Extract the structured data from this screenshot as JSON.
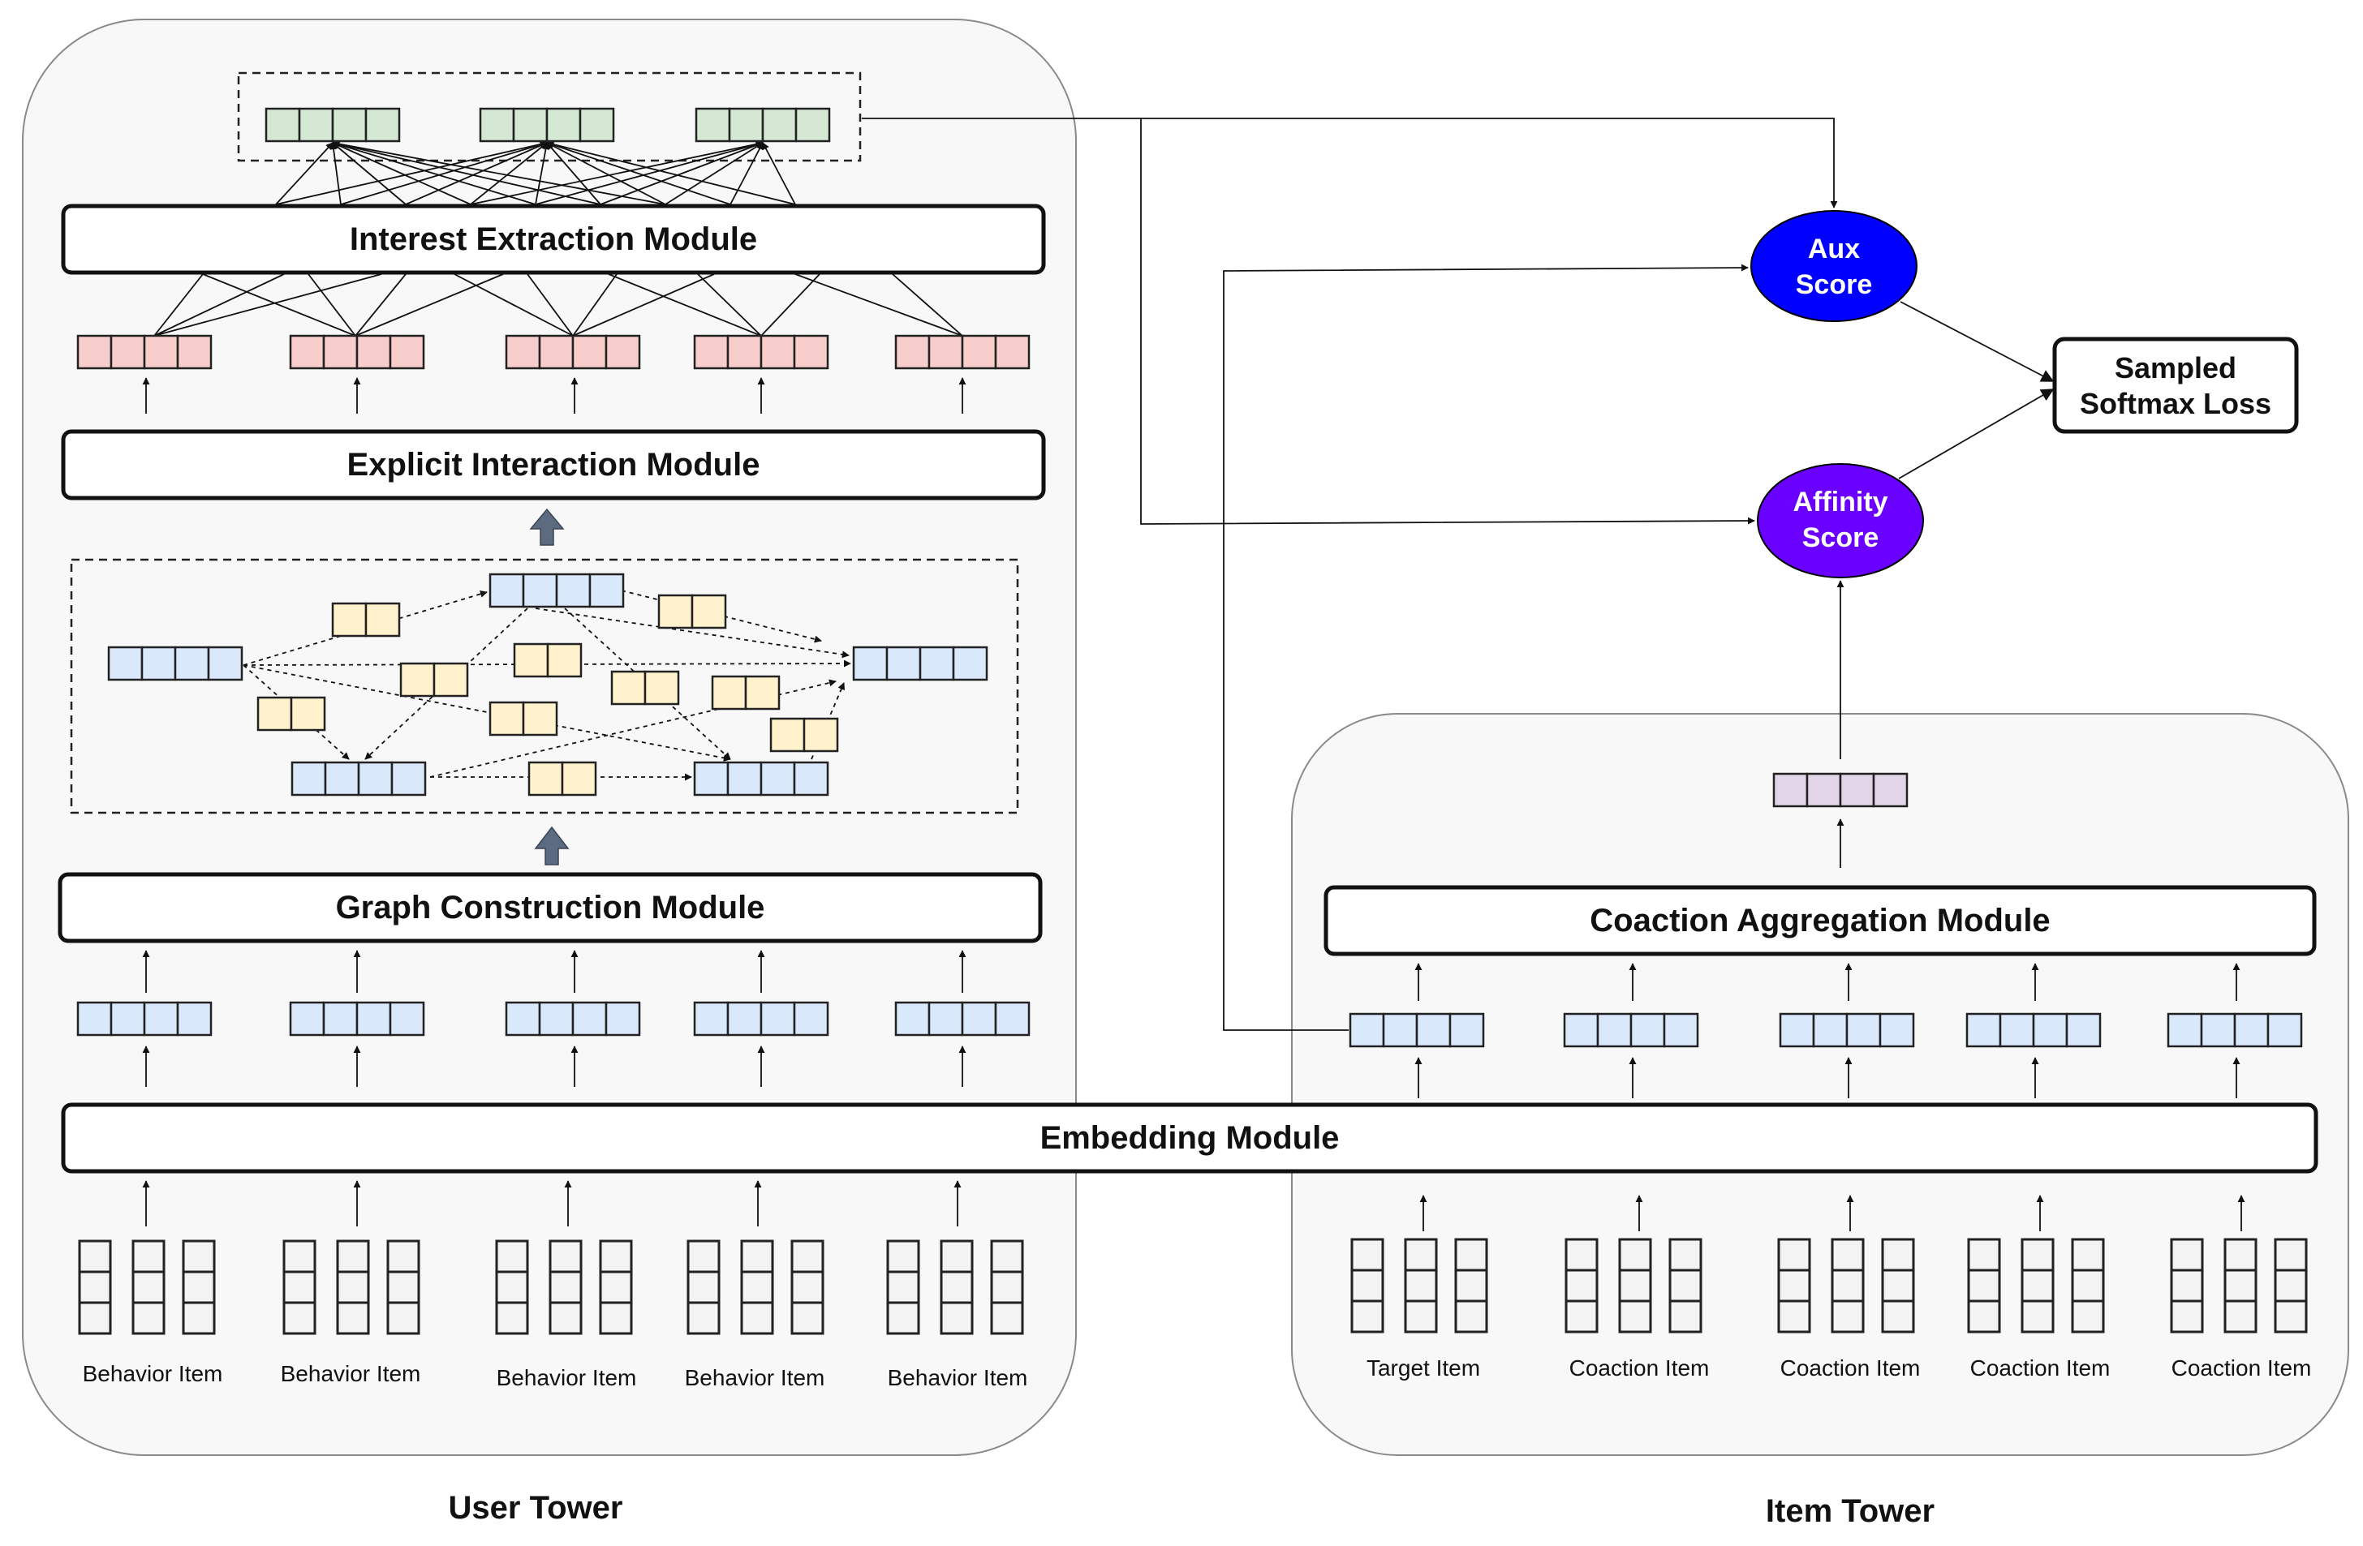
{
  "towers": {
    "user": "User Tower",
    "item": "Item Tower"
  },
  "modules": {
    "interest_extraction": "Interest Extraction Module",
    "explicit_interaction": "Explicit Interaction Module",
    "graph_construction": "Graph Construction Module",
    "embedding": "Embedding Module",
    "coaction_aggregation": "Coaction Aggregation Module"
  },
  "scores": {
    "aux_line1": "Aux",
    "aux_line2": "Score",
    "affinity_line1": "Affinity",
    "affinity_line2": "Score"
  },
  "loss": {
    "line1": "Sampled",
    "line2": "Softmax Loss"
  },
  "user_items": [
    "Behavior Item",
    "Behavior Item",
    "Behavior Item",
    "Behavior Item",
    "Behavior Item"
  ],
  "item_items": [
    "Target Item",
    "Coaction Item",
    "Coaction Item",
    "Coaction Item",
    "Coaction Item"
  ],
  "colors": {
    "interest_vector": "#d5e8d4",
    "behavior_vector": "#f8cecc",
    "embedding_vector": "#dae8fc",
    "edge_vector": "#fff2cc",
    "item_vector": "#e1d5e7",
    "aux_score": "#0000ff",
    "affinity_score": "#6a00ff",
    "arrow_up": "#5c6b80"
  }
}
